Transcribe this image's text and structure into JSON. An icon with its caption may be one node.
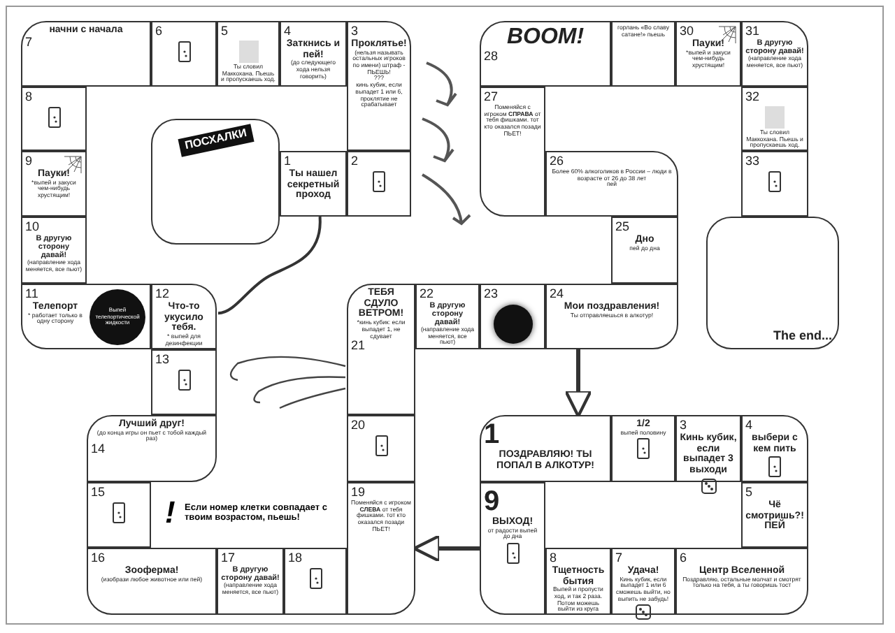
{
  "diagram": {
    "nodes": [
      {
        "text": [
          "1",
          "Ты нашел секретный проход"
        ]
      },
      {
        "text": [
          "2"
        ]
      },
      {
        "text": [
          "3",
          "Проклятье!",
          "(нельзя называть остальных игроков по имени) штраф - ПЬЕШЬ!",
          "???",
          "кинь кубик, если выпадет 1 или 6, проклятие не срабатывает"
        ]
      },
      {
        "text": [
          "4",
          "Заткнись и пей!",
          "(до следующего хода нельзя говорить)"
        ]
      },
      {
        "text": [
          "5",
          "Ты словил Маккохана. Пьешь и пропускаешь ход."
        ]
      },
      {
        "text": [
          "6"
        ]
      },
      {
        "text": [
          "начни с начала",
          "7"
        ]
      },
      {
        "text": [
          "8"
        ]
      },
      {
        "text": [
          "9",
          "Пауки!",
          "*выпей и закуси чем-нибудь хрустящим!"
        ]
      },
      {
        "text": [
          "10",
          "В другую сторону давай!",
          "(направление хода меняется, все пьют)"
        ]
      },
      {
        "text": [
          "11",
          "Телепорт",
          "* работает только в одну сторону",
          "Выпей телепортической жидкости"
        ]
      },
      {
        "text": [
          "12",
          "Что-то укусило тебя.",
          "* выпей для дезинфекции"
        ]
      },
      {
        "text": [
          "13"
        ]
      },
      {
        "text": [
          "Лучший друг!",
          "(до конца игры он пьет с тобой каждый раз)",
          "14"
        ]
      },
      {
        "text": [
          "15"
        ]
      },
      {
        "text": [
          "16",
          "Зооферма!",
          "(изобрази любое животное или пей)"
        ]
      },
      {
        "text": [
          "17",
          "В другую сторону давай!",
          "(направление хода меняется, все пьют)"
        ]
      },
      {
        "text": [
          "18"
        ]
      },
      {
        "text": [
          "19",
          "Поменяйся с игроком **СЛЕВА** от тебя фишками. тот кто оказался позади ПЬЕТ!"
        ]
      },
      {
        "text": [
          "20"
        ]
      },
      {
        "text": [
          "ТЕБЯ СДУЛО ВЕТРОМ!",
          "*кинь кубик: если выпадет 1, не сдувает",
          "21"
        ]
      },
      {
        "text": [
          "22",
          "В другую сторону давай!",
          "(направление хода меняется, все пьют)"
        ]
      },
      {
        "text": [
          "23"
        ]
      },
      {
        "text": [
          "24",
          "Мои поздравления!",
          "Ты отправляешься в алкотур!"
        ]
      },
      {
        "text": [
          "25",
          "Дно",
          "пей до дна"
        ]
      },
      {
        "text": [
          "26",
          "Более 60% алкоголиков в России – люди в возрасте от 26 до 38 лет",
          "пей"
        ]
      },
      {
        "text": [
          "27",
          "Поменяйся с игроком **СПРАВА** от тебя фишками. тот кто оказался позади ПЬЕТ!"
        ]
      },
      {
        "text": [
          "BOOM!",
          "28"
        ]
      },
      {
        "text": [
          "горлань «Во славу сатане!» пьешь"
        ]
      },
      {
        "text": [
          "30",
          "Пауки!",
          "*выпей и закуси чем-нибудь хрустящим!"
        ]
      },
      {
        "text": [
          "31",
          "В другую сторону давай!",
          "(направление хода меняется, все пьют)"
        ]
      },
      {
        "text": [
          "32",
          "Ты словил Маккохана. Пьешь и пропускаешь ход."
        ]
      },
      {
        "text": [
          "33"
        ]
      },
      {
        "text": [
          "ПОСХАЛКИ"
        ]
      },
      {
        "text": [
          "The end..."
        ]
      },
      {
        "text": [
          "1",
          "ПОЗДРАВЛЯЮ! ТЫ ПОПАЛ В АЛКОТУР!"
        ]
      },
      {
        "text": [
          "1/2",
          "выпей половину"
        ]
      },
      {
        "text": [
          "3",
          "Кинь кубик, если выпадет 3 выходи"
        ]
      },
      {
        "text": [
          "4",
          "выбери с кем пить"
        ]
      },
      {
        "text": [
          "5",
          "Чё смотришь?! ПЕЙ"
        ]
      },
      {
        "text": [
          "6",
          "Центр Вселенной",
          "Поздравляю, остальные молчат и смотрят только на тебя, а ты говоришь тост"
        ]
      },
      {
        "text": [
          "7",
          "Удача!",
          "Кинь кубик, если выпадет 1 или 6 сможешь выйти, но выпить не забудь!"
        ]
      },
      {
        "text": [
          "8",
          "Тщетность бытия",
          "Выпей и пропусти ход, и так 2 раза. Потом можешь выйти из круга"
        ]
      },
      {
        "text": [
          "9",
          "ВЫХОД!",
          "от радости выпей до дна"
        ]
      }
    ],
    "edges": [
      {
        "from": 23,
        "to": 35,
        "arrow": "to"
      },
      {
        "from": 43,
        "to": 18,
        "arrow": "to"
      },
      {
        "from": 0,
        "to": 11,
        "arrow": "none"
      }
    ],
    "labels": [
      "!",
      "Если номер клетки совпадает с твоим возрастом, пьешь!"
    ]
  }
}
